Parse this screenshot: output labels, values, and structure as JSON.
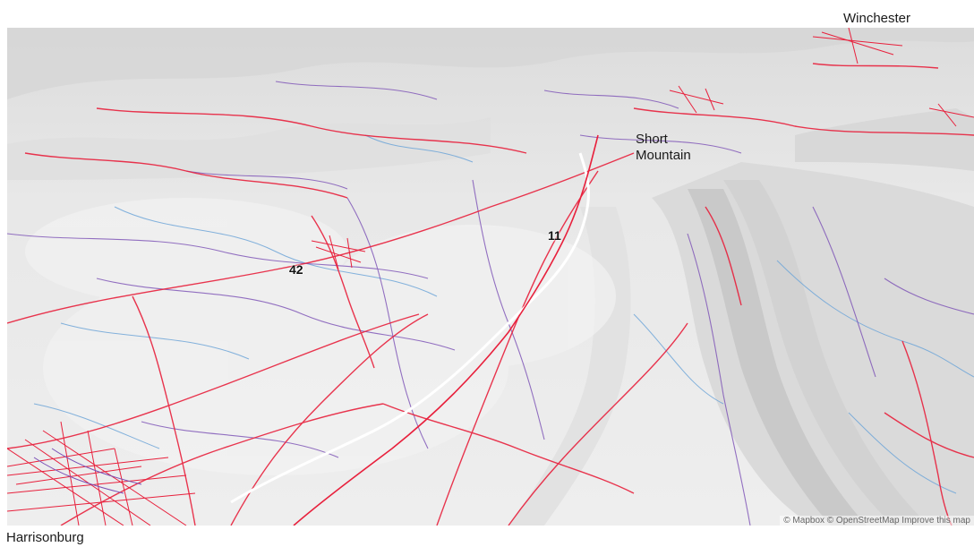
{
  "places": {
    "winchester": "Winchester",
    "short_mountain_line1": "Short",
    "short_mountain_line2": "Mountain",
    "harrisonburg": "Harrisonburg"
  },
  "routes": {
    "route_11": "11",
    "route_42": "42"
  },
  "attribution": "© Mapbox © OpenStreetMap Improve this map",
  "colors": {
    "terrain_base": "#e9e9e9",
    "road_major": "#e8203c",
    "road_minor": "#7a4fb5",
    "water": "#6fa6d8",
    "highway_white": "#ffffff"
  }
}
